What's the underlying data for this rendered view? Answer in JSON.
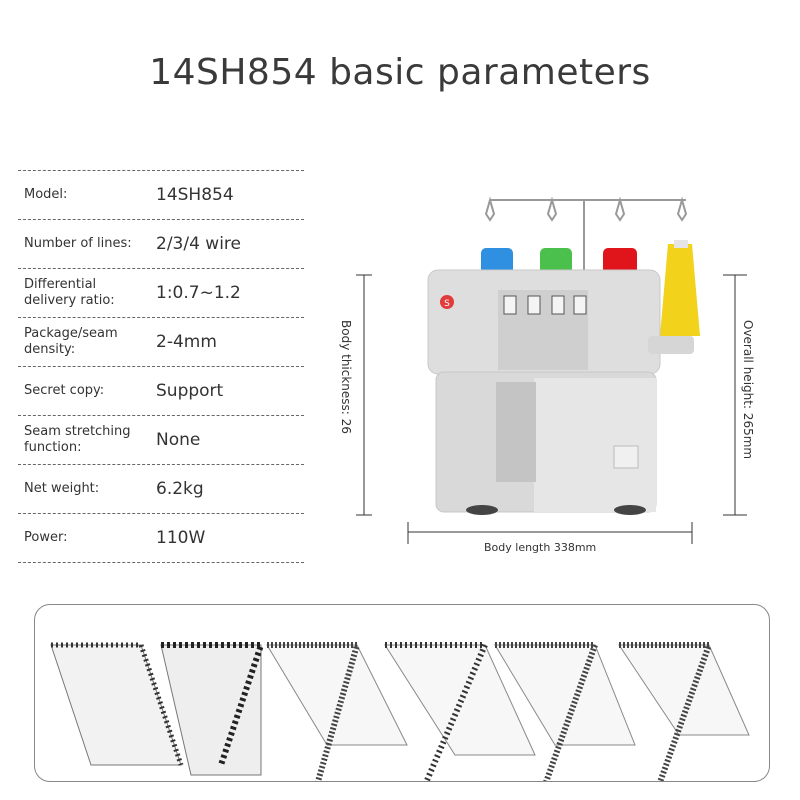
{
  "title": "14SH854 basic parameters",
  "specs": [
    {
      "label": "Model:",
      "value": "14SH854"
    },
    {
      "label": "Number of lines:",
      "value": "2/3/4 wire"
    },
    {
      "label": "Differential delivery ratio:",
      "value": "1:0.7~1.2"
    },
    {
      "label": "Package/seam density:",
      "value": "2-4mm"
    },
    {
      "label": "Secret copy:",
      "value": "Support"
    },
    {
      "label": "Seam stretching function:",
      "value": "None"
    },
    {
      "label": "Net weight:",
      "value": "6.2kg"
    },
    {
      "label": "Power:",
      "value": "110W"
    }
  ],
  "dimensions": {
    "thickness": "Body thickness: 26",
    "height": "Overall height: 265mm",
    "length": "Body length 338mm"
  },
  "thread_colors": [
    "#2f8fe0",
    "#4cc04c",
    "#e0151b",
    "#f2d21a"
  ],
  "accent_color": "#e23b3b"
}
